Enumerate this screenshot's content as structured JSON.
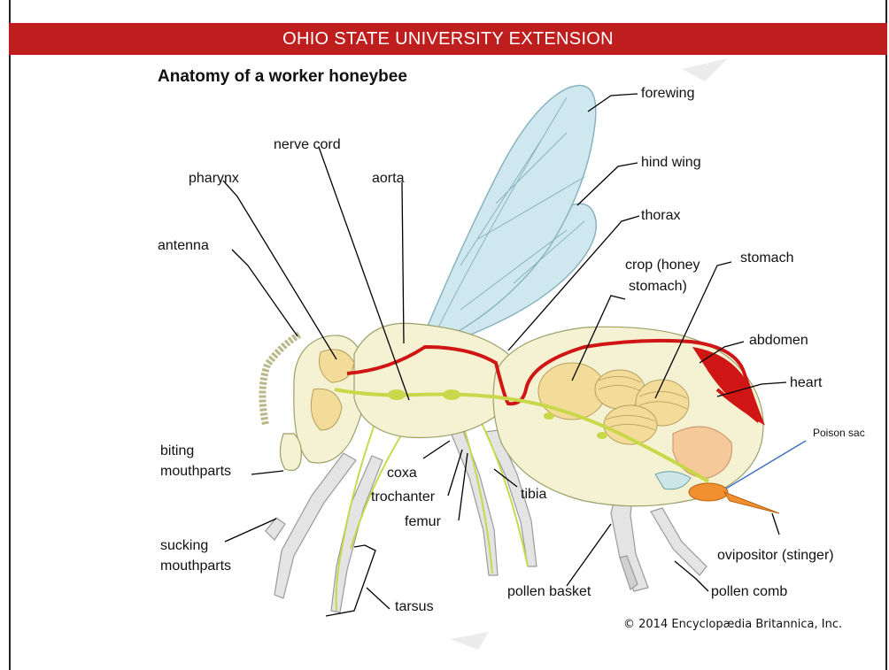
{
  "banner": {
    "text": "OHIO STATE UNIVERSITY EXTENSION"
  },
  "diagram": {
    "title": "Anatomy of a worker honeybee",
    "labels": {
      "forewing": "forewing",
      "hind_wing": "hind wing",
      "thorax": "thorax",
      "nerve_cord": "nerve cord",
      "pharynx": "pharynx",
      "aorta": "aorta",
      "antenna": "antenna",
      "crop_line1": "crop (honey",
      "crop_line2": "stomach)",
      "stomach": "stomach",
      "abdomen": "abdomen",
      "heart": "heart",
      "poison_sac": "Poison sac",
      "biting_line1": "biting",
      "biting_line2": "mouthparts",
      "coxa": "coxa",
      "trochanter": "trochanter",
      "femur": "femur",
      "tibia": "tibia",
      "sucking_line1": "sucking",
      "sucking_line2": "mouthparts",
      "ovipositor": "ovipositor (stinger)",
      "pollen_basket": "pollen basket",
      "pollen_comb": "pollen comb",
      "tarsus": "tarsus"
    },
    "copyright": "© 2014 Encyclopædia Britannica, Inc.",
    "colors": {
      "banner": "#bf1e1e",
      "wing": "#cfe7ee",
      "body": "#f4f2d2",
      "aorta": "#d01515",
      "nerve": "#c9d84a",
      "gut": "#f3dc9a",
      "poison_line": "#4472c4"
    }
  }
}
